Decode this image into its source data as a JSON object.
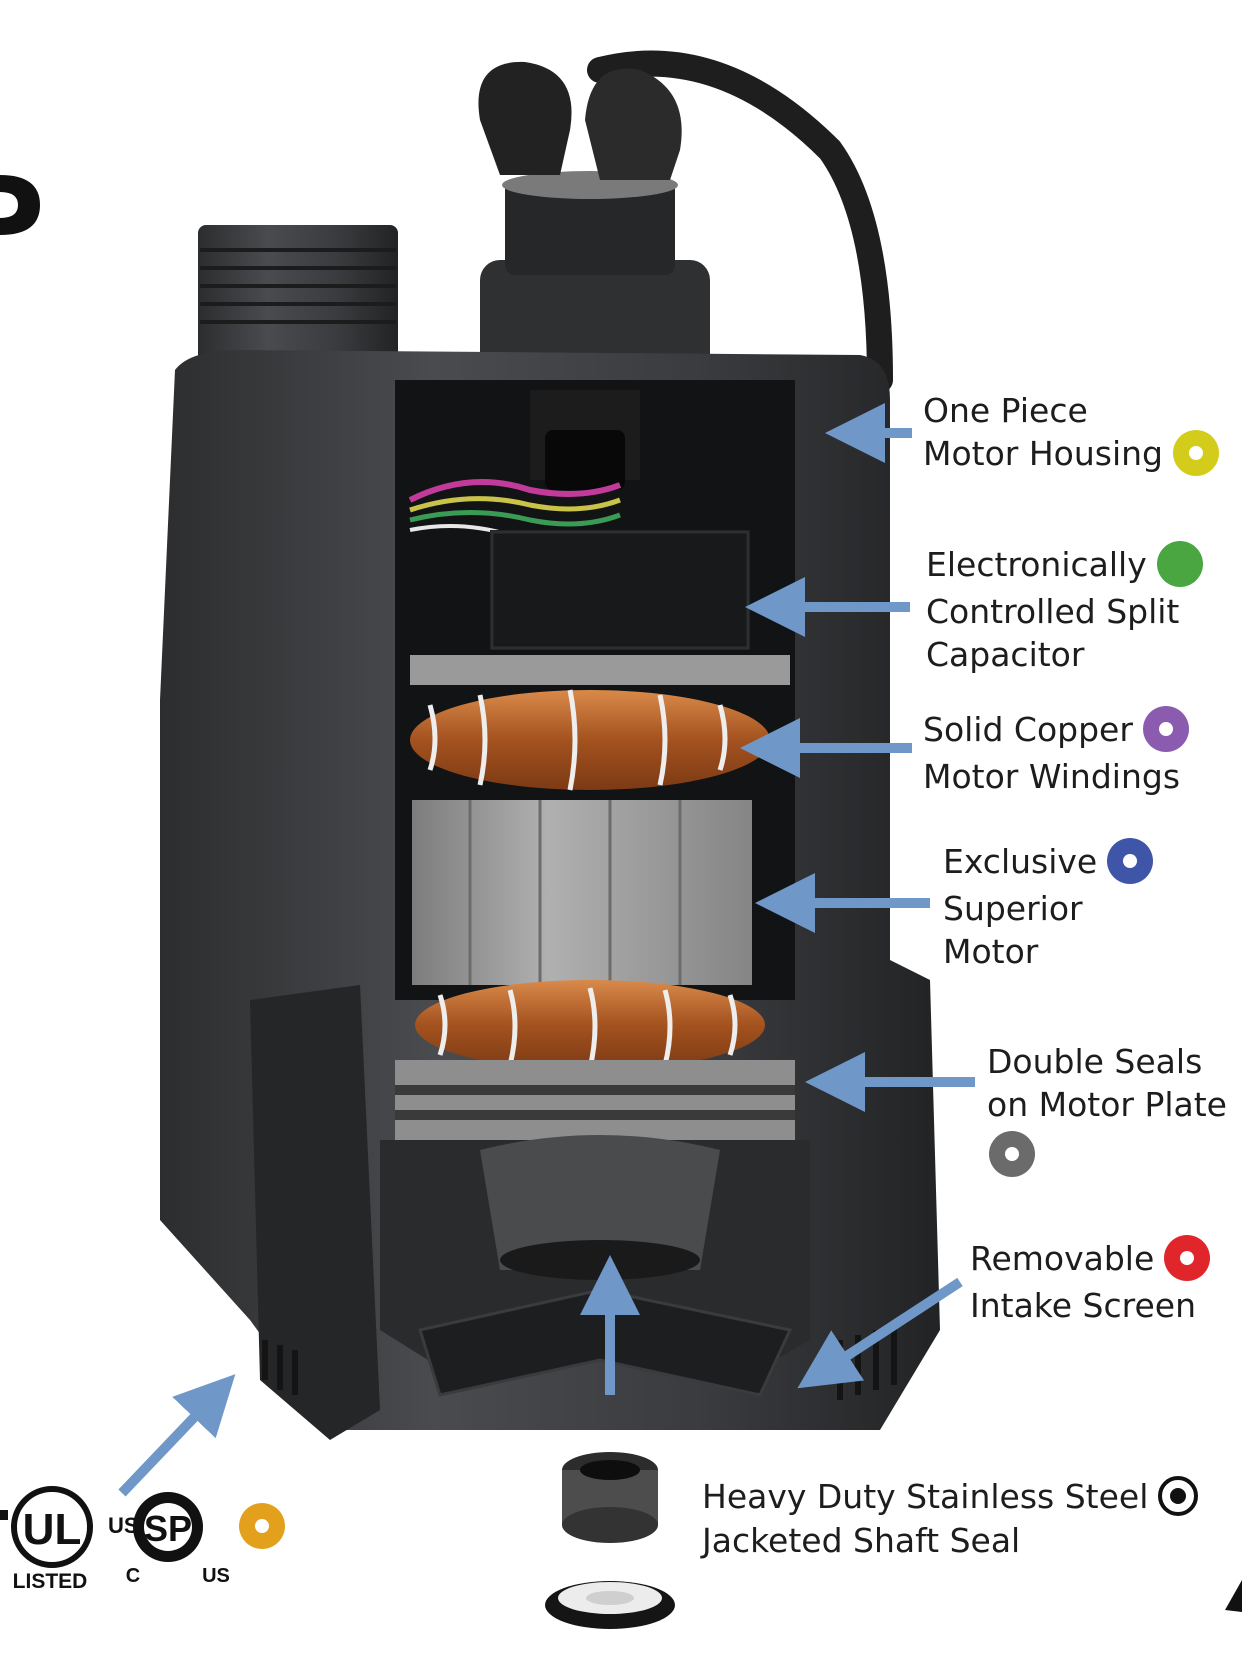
{
  "colors": {
    "arrow": "#6f97c8",
    "housing": "#3a3b3d",
    "copper": "#b8642c",
    "stator": "#9c9c9c"
  },
  "callouts": [
    {
      "id": "motor-housing",
      "lines": [
        "One Piece",
        "Motor Housing"
      ],
      "dot_color": "#d4cc1a",
      "dot_style": "donut"
    },
    {
      "id": "capacitor",
      "lines": [
        "Electronically",
        "Controlled Split",
        "Capacitor"
      ],
      "dot_color": "#4aa640",
      "dot_style": "solid"
    },
    {
      "id": "windings",
      "lines": [
        "Solid Copper",
        "Motor Windings"
      ],
      "dot_color": "#8b5bb0",
      "dot_style": "donut"
    },
    {
      "id": "motor",
      "lines": [
        "Exclusive",
        "Superior",
        "Motor"
      ],
      "dot_color": "#3f56a8",
      "dot_style": "donut"
    },
    {
      "id": "seals",
      "lines": [
        "Double Seals",
        "on Motor Plate"
      ],
      "dot_color": "#6b6b6b",
      "dot_style": "donut"
    },
    {
      "id": "intake-screen",
      "lines": [
        "Removable",
        "Intake Screen"
      ],
      "dot_color": "#e0262b",
      "dot_style": "donut"
    },
    {
      "id": "shaft-seal",
      "lines": [
        "Heavy Duty Stainless Steel",
        "Jacketed Shaft Seal"
      ],
      "dot_color": "#111111",
      "dot_style": "ring"
    }
  ],
  "certifications": {
    "ul_mark": "UL",
    "ul_us": "US",
    "ul_listed": "LISTED",
    "csa_mark": "SP",
    "csa_c": "C",
    "csa_us": "US",
    "dot_color": "#e3a01c"
  }
}
